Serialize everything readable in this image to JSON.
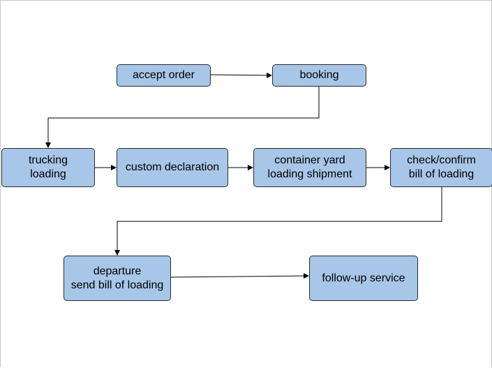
{
  "diagram": {
    "colors": {
      "node_fill": "#a7c6e8",
      "node_border": "#2b2b2b",
      "edge": "#000000"
    },
    "nodes": {
      "accept_order": {
        "lines": [
          "accept order"
        ]
      },
      "booking": {
        "lines": [
          "booking"
        ]
      },
      "trucking_loading": {
        "lines": [
          "trucking",
          "loading"
        ]
      },
      "custom_declaration": {
        "lines": [
          "custom declaration"
        ]
      },
      "container_yard": {
        "lines": [
          "container yard",
          "loading shipment"
        ]
      },
      "check_confirm": {
        "lines": [
          "check/confirm",
          "bill of loading"
        ]
      },
      "departure": {
        "lines": [
          "departure",
          "send bill of loading"
        ]
      },
      "follow_up": {
        "lines": [
          "follow-up service"
        ]
      }
    },
    "edges": [
      {
        "from": "accept order",
        "to": "booking"
      },
      {
        "from": "booking",
        "to": "trucking loading"
      },
      {
        "from": "trucking loading",
        "to": "custom declaration"
      },
      {
        "from": "custom declaration",
        "to": "container yard loading shipment"
      },
      {
        "from": "container yard loading shipment",
        "to": "check/confirm bill of loading"
      },
      {
        "from": "check/confirm bill of loading",
        "to": "departure send bill of loading"
      },
      {
        "from": "departure send bill of loading",
        "to": "follow-up service"
      }
    ]
  }
}
